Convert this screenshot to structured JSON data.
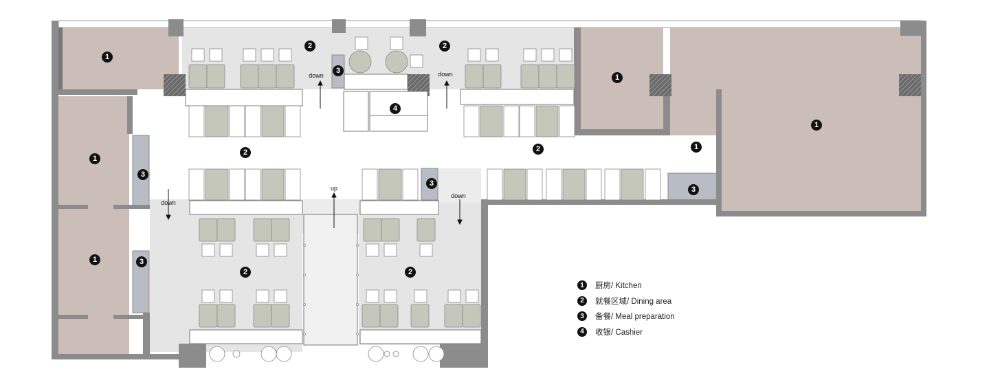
{
  "zones": {
    "kitchen": "1",
    "dining": "2",
    "prep": "3",
    "cashier": "4"
  },
  "directions": {
    "down": "down",
    "up": "up"
  },
  "legend": [
    {
      "number": "1",
      "label": "厨房/ Kitchen"
    },
    {
      "number": "2",
      "label": "就餐区域/ Dining area"
    },
    {
      "number": "3",
      "label": "备餐/ Meal preparation"
    },
    {
      "number": "4",
      "label": "收银/ Cashier"
    }
  ],
  "colors": {
    "kitchen": "#cbbeb8",
    "dining": "#e5e5e5",
    "prep": "#b7bcc5",
    "wall": "#8c8c8c",
    "seat": "#c6c7bb"
  }
}
